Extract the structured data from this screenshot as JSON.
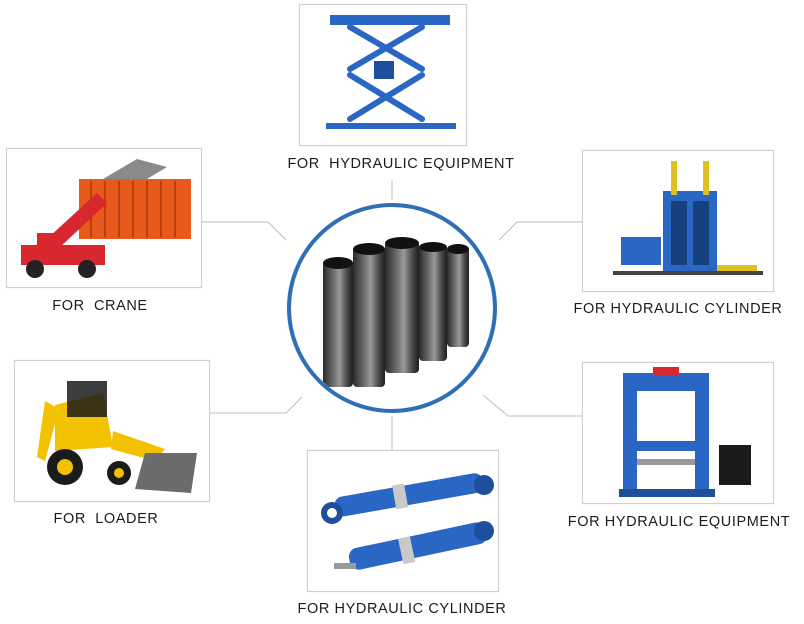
{
  "labels": {
    "top": "FOR  HYDRAULIC EQUIPMENT",
    "crane": "FOR  CRANE",
    "loader": "FOR  LOADER",
    "cylinder_bottom": "FOR HYDRAULIC CYLINDER",
    "cylinder_right": "FOR HYDRAULIC CYLINDER",
    "equipment_right": "FOR HYDRAULIC EQUIPMENT"
  },
  "colors": {
    "accent_blue": "#2f6fb6",
    "machine_blue": "#2a66c4",
    "container_orange": "#e85a1c",
    "crane_red": "#d8272e",
    "loader_yellow": "#f2c100"
  },
  "icons": {
    "hub": "steel-tubes-image",
    "top": "scissor-lift-image",
    "crane": "reach-stacker-crane-image",
    "loader": "backhoe-loader-image",
    "cylinder_bottom": "hydraulic-cylinders-image",
    "cylinder_right": "baler-press-image",
    "equipment_right": "hydraulic-press-image"
  }
}
